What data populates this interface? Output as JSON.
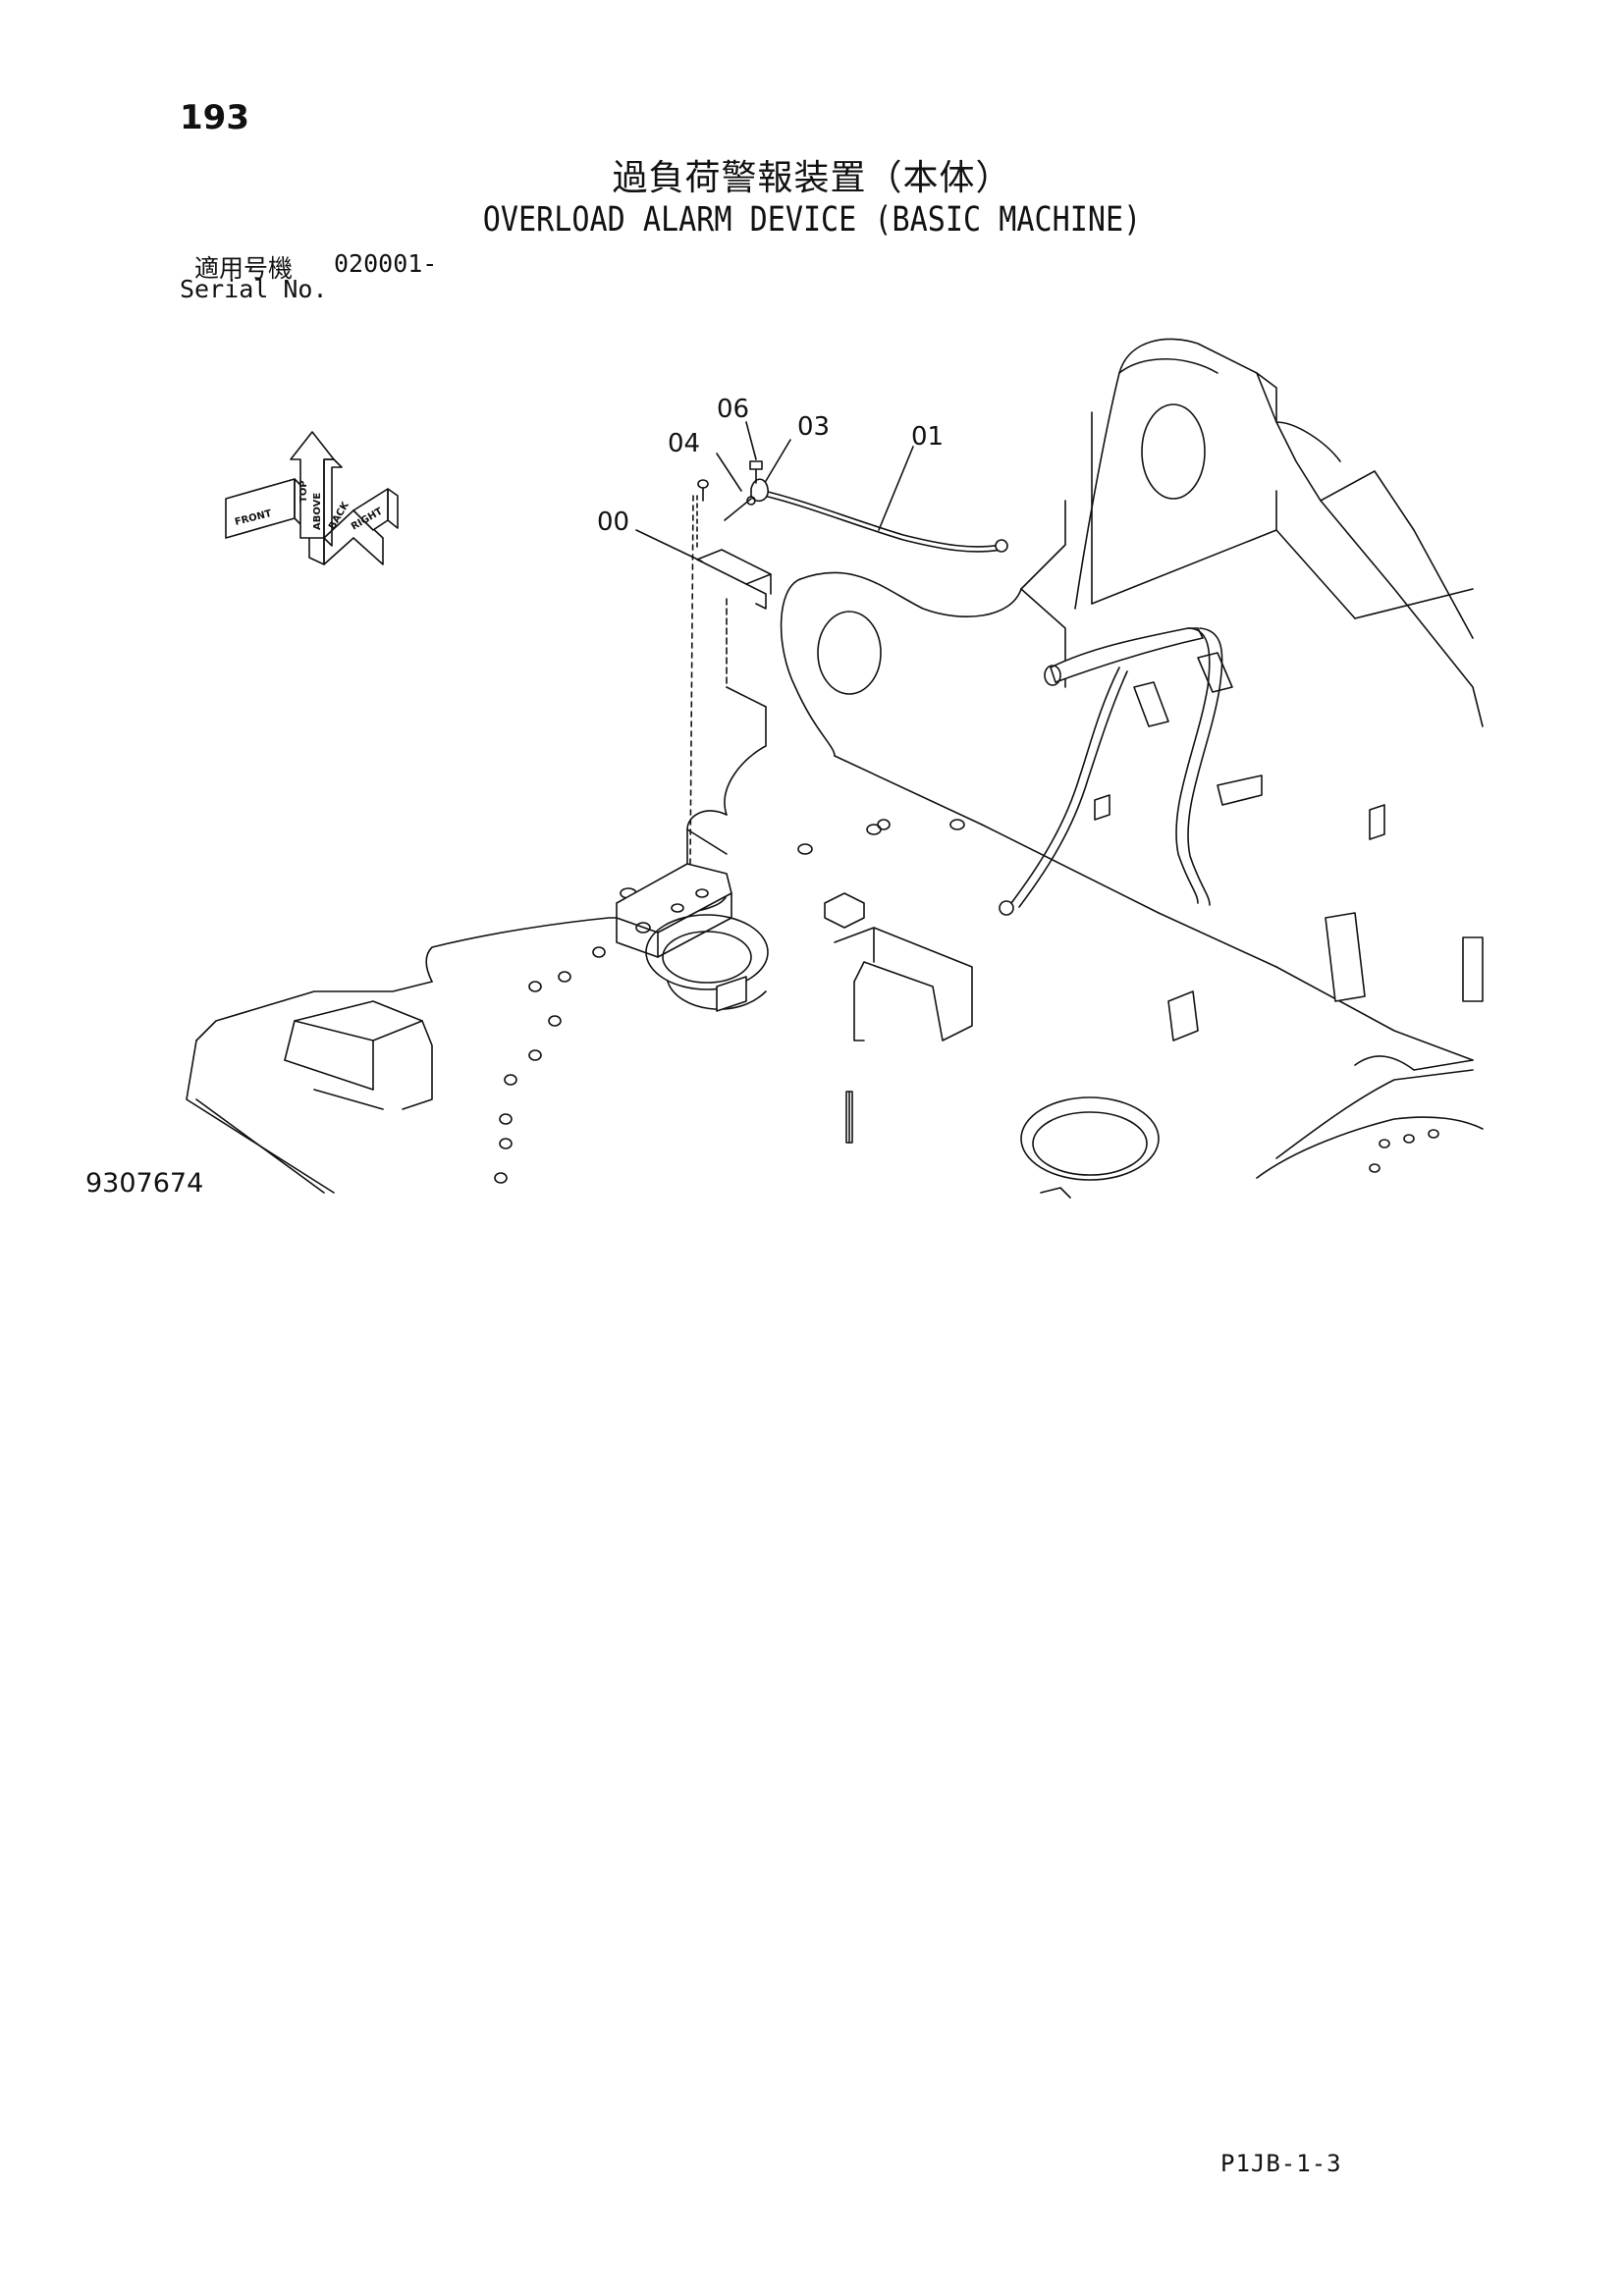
{
  "page": {
    "number": "193",
    "title_ja": "過負荷警報装置（本体）",
    "title_en": "OVERLOAD ALARM DEVICE (BASIC MACHINE)",
    "serial_label_ja": "適用号機",
    "serial_value": "020001-",
    "serial_label_en": "Serial No.",
    "drawing_number": "9307674",
    "page_code": "P1JB-1-3"
  },
  "orientation": {
    "top": "TOP",
    "front": "FRONT",
    "right": "RIGHT",
    "above": "ABOVE",
    "back": "BACK"
  },
  "callouts": [
    {
      "label": "06"
    },
    {
      "label": "03"
    },
    {
      "label": "01"
    },
    {
      "label": "04"
    },
    {
      "label": "00"
    }
  ],
  "colors": {
    "line": "#111111",
    "background": "#ffffff"
  }
}
